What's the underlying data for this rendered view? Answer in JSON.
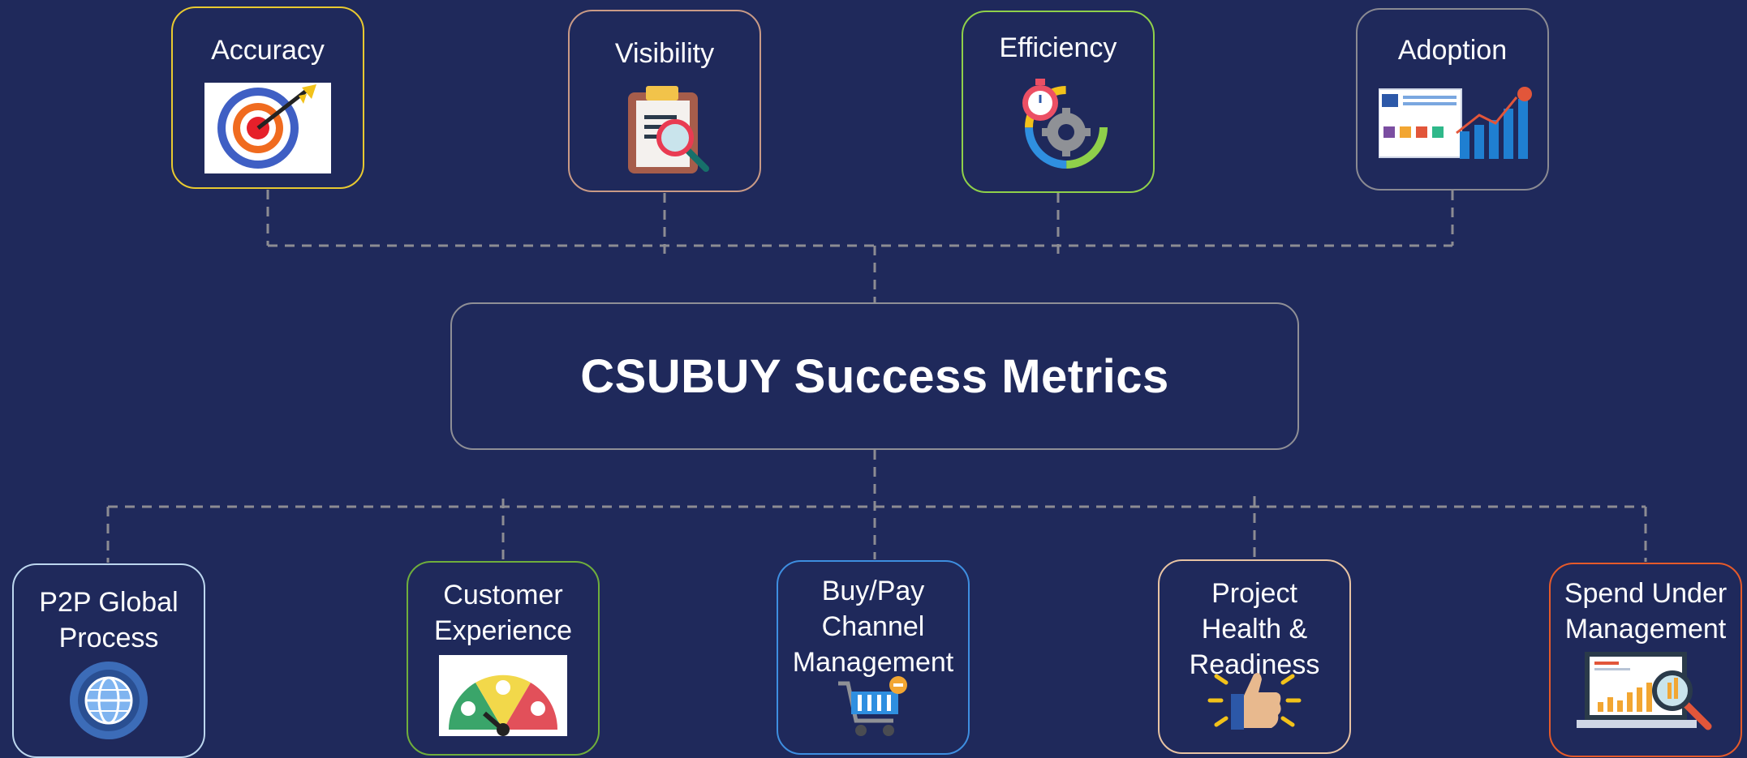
{
  "title": "CSUBUY Success Metrics",
  "top_metrics": [
    {
      "label": "Accuracy",
      "border_color": "#e8c930",
      "icon": "target-icon"
    },
    {
      "label": "Visibility",
      "border_color": "#c99a86",
      "icon": "clipboard-magnifier-icon"
    },
    {
      "label": "Efficiency",
      "border_color": "#8fd04a",
      "icon": "stopwatch-gear-icon"
    },
    {
      "label": "Adoption",
      "border_color": "#8a8a92",
      "icon": "dashboard-growth-icon"
    }
  ],
  "bottom_metrics": [
    {
      "label": "P2P Global\nProcess",
      "border_color": "#bcd6ee",
      "icon": "globe-gear-icon"
    },
    {
      "label": "Customer\nExperience",
      "border_color": "#6fae3c",
      "icon": "satisfaction-gauge-icon"
    },
    {
      "label": "Buy/Pay\nChannel\nManagement",
      "border_color": "#3e8ee0",
      "icon": "shopping-cart-icon"
    },
    {
      "label": "Project\nHealth &\nReadiness",
      "border_color": "#e7c3a3",
      "icon": "thumbs-up-icon"
    },
    {
      "label": "Spend Under\nManagement",
      "border_color": "#e65a2a",
      "icon": "laptop-chart-magnifier-icon"
    }
  ],
  "colors": {
    "background": "#1f295b",
    "connector": "#8c8c93",
    "text": "#ffffff"
  }
}
